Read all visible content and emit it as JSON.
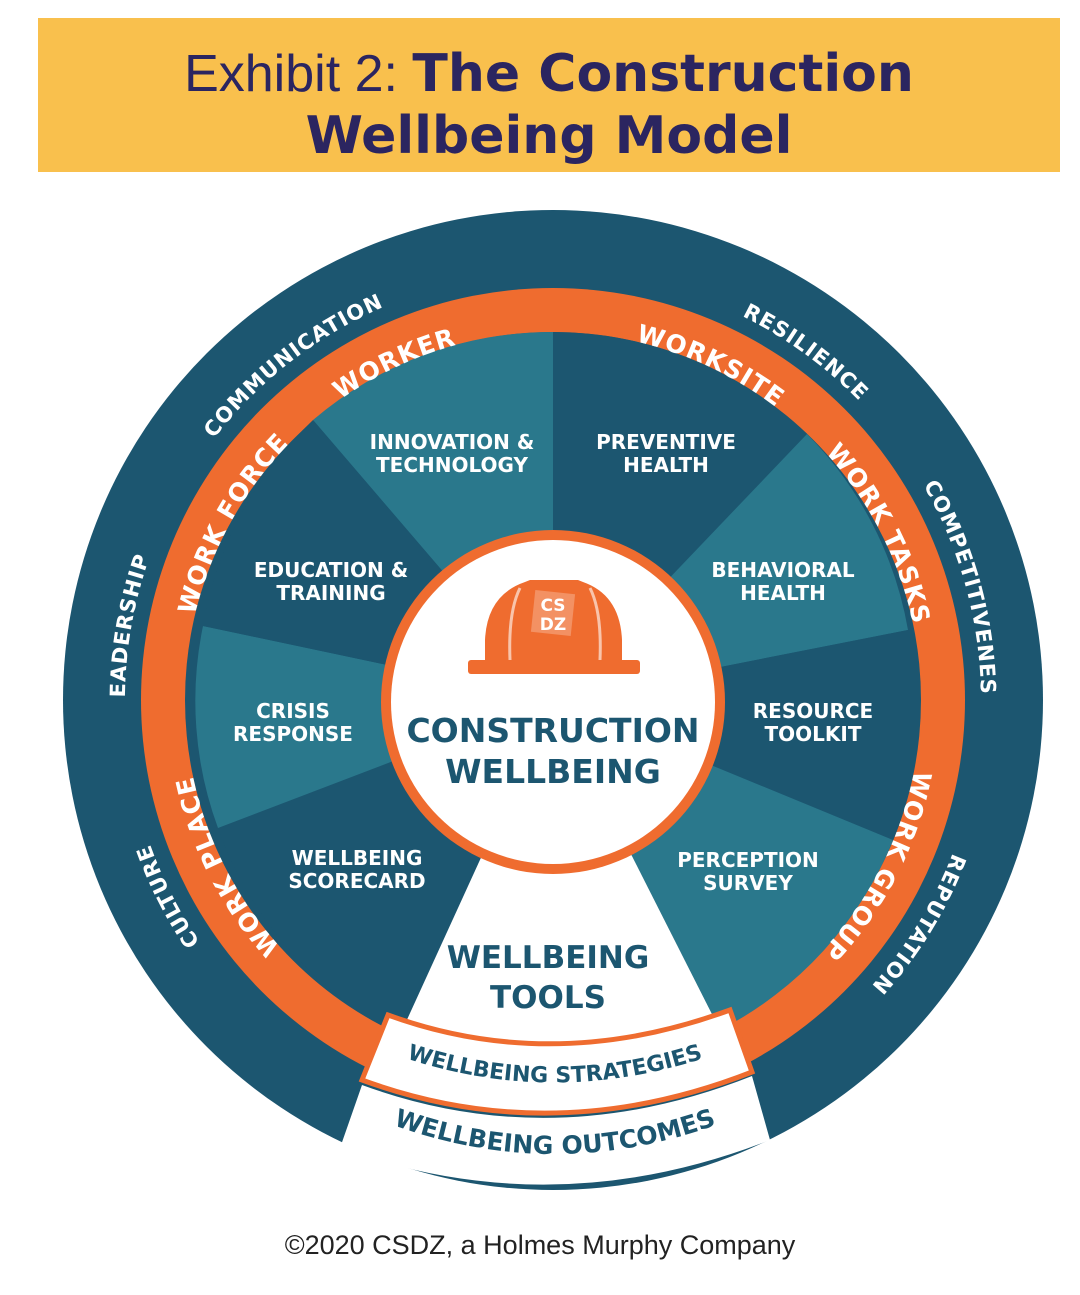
{
  "title": {
    "prefix": "Exhibit 2: ",
    "line1_bold": "The Construction",
    "line2": "Wellbeing Model"
  },
  "colors": {
    "banner": "#f9c04d",
    "title_text": "#2b2560",
    "outer_ring": "#1c5670",
    "orange_ring": "#ef6c2f",
    "wedge_dark": "#1c5670",
    "wedge_light": "#2a788c",
    "white": "#ffffff",
    "teal_text": "#1c5670"
  },
  "outer_ring_labels": {
    "communication": "COMMUNICATION",
    "resilience": "RESILIENCE",
    "competitiveness": "COMPETITIVENESS",
    "reputation": "REPUTATION",
    "culture": "CULTURE",
    "leadership": "LEADERSHIP"
  },
  "orange_ring_labels": {
    "worker": "WORKER",
    "worksite": "WORKSITE",
    "work_tasks": "WORK TASKS",
    "work_group": "WORK GROUP",
    "work_place": "WORK  PLACE",
    "work_force": "WORK FORCE"
  },
  "wedges": [
    {
      "line1": "INNOVATION &",
      "line2": "TECHNOLOGY"
    },
    {
      "line1": "PREVENTIVE",
      "line2": "HEALTH"
    },
    {
      "line1": "BEHAVIORAL",
      "line2": "HEALTH"
    },
    {
      "line1": "RESOURCE",
      "line2": "TOOLKIT"
    },
    {
      "line1": "PERCEPTION",
      "line2": "SURVEY"
    },
    {
      "line1": "WELLBEING",
      "line2": "SCORECARD"
    },
    {
      "line1": "CRISIS",
      "line2": "RESPONSE"
    },
    {
      "line1": "EDUCATION &",
      "line2": "TRAINING"
    }
  ],
  "center": {
    "helmet_logo_line1": "CS",
    "helmet_logo_line2": "DZ",
    "line1": "CONSTRUCTION",
    "line2": "WELLBEING"
  },
  "bottom": {
    "tools_line1": "WELLBEING",
    "tools_line2": "TOOLS",
    "strategies": "WELLBEING STRATEGIES",
    "outcomes": "WELLBEING OUTCOMES"
  },
  "footer": "©2020 CSDZ, a Holmes Murphy Company"
}
